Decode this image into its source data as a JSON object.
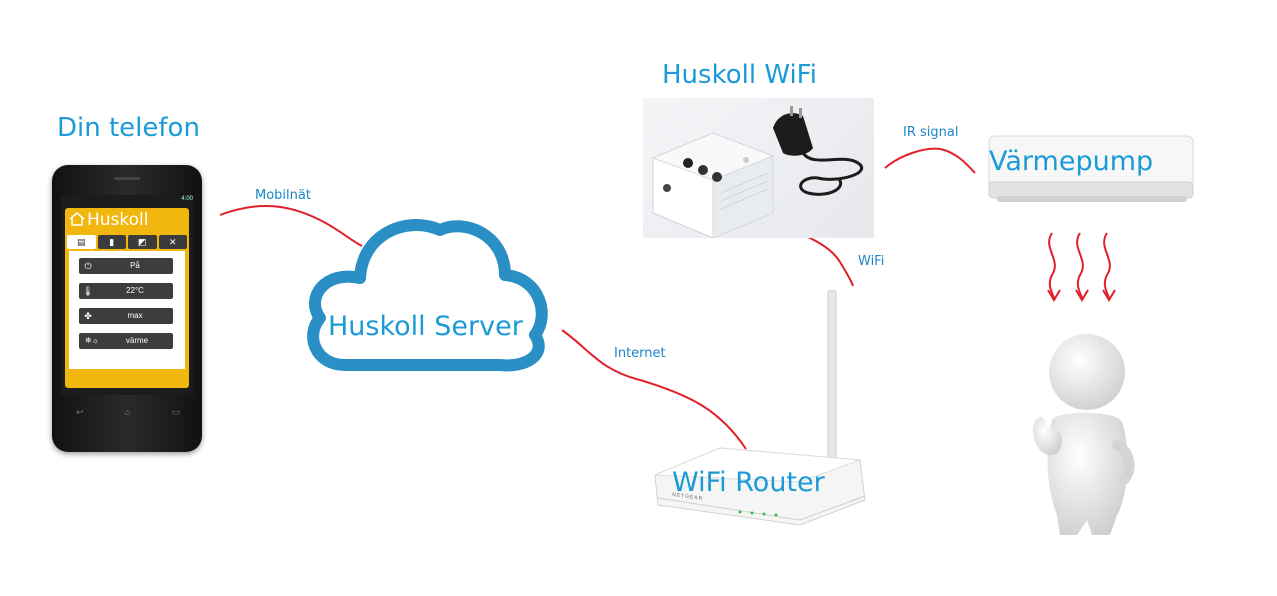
{
  "labels": {
    "phone_title": "Din telefon",
    "server": "Huskoll Server",
    "device_title": "Huskoll WiFi",
    "heatpump": "Värmepump",
    "router": "WiFi Router",
    "mobile_net": "Mobilnät",
    "internet": "Internet",
    "wifi": "WiFi",
    "ir_signal": "IR signal"
  },
  "phone_app": {
    "app_name": "Huskoll",
    "status_time": "4:00",
    "rows": [
      {
        "icon": "power-icon",
        "value": "På"
      },
      {
        "icon": "thermometer-icon",
        "value": "22°C"
      },
      {
        "icon": "fan-icon",
        "value": "max"
      },
      {
        "icon": "snow-sun-icon",
        "value": "värme"
      }
    ]
  },
  "router_brand": "NETGEAR",
  "colors": {
    "label_blue": "#1a9ad6",
    "connector_red": "#e0202a",
    "cloud_blue": "#2a8fc4",
    "app_yellow": "#f2b70e"
  }
}
